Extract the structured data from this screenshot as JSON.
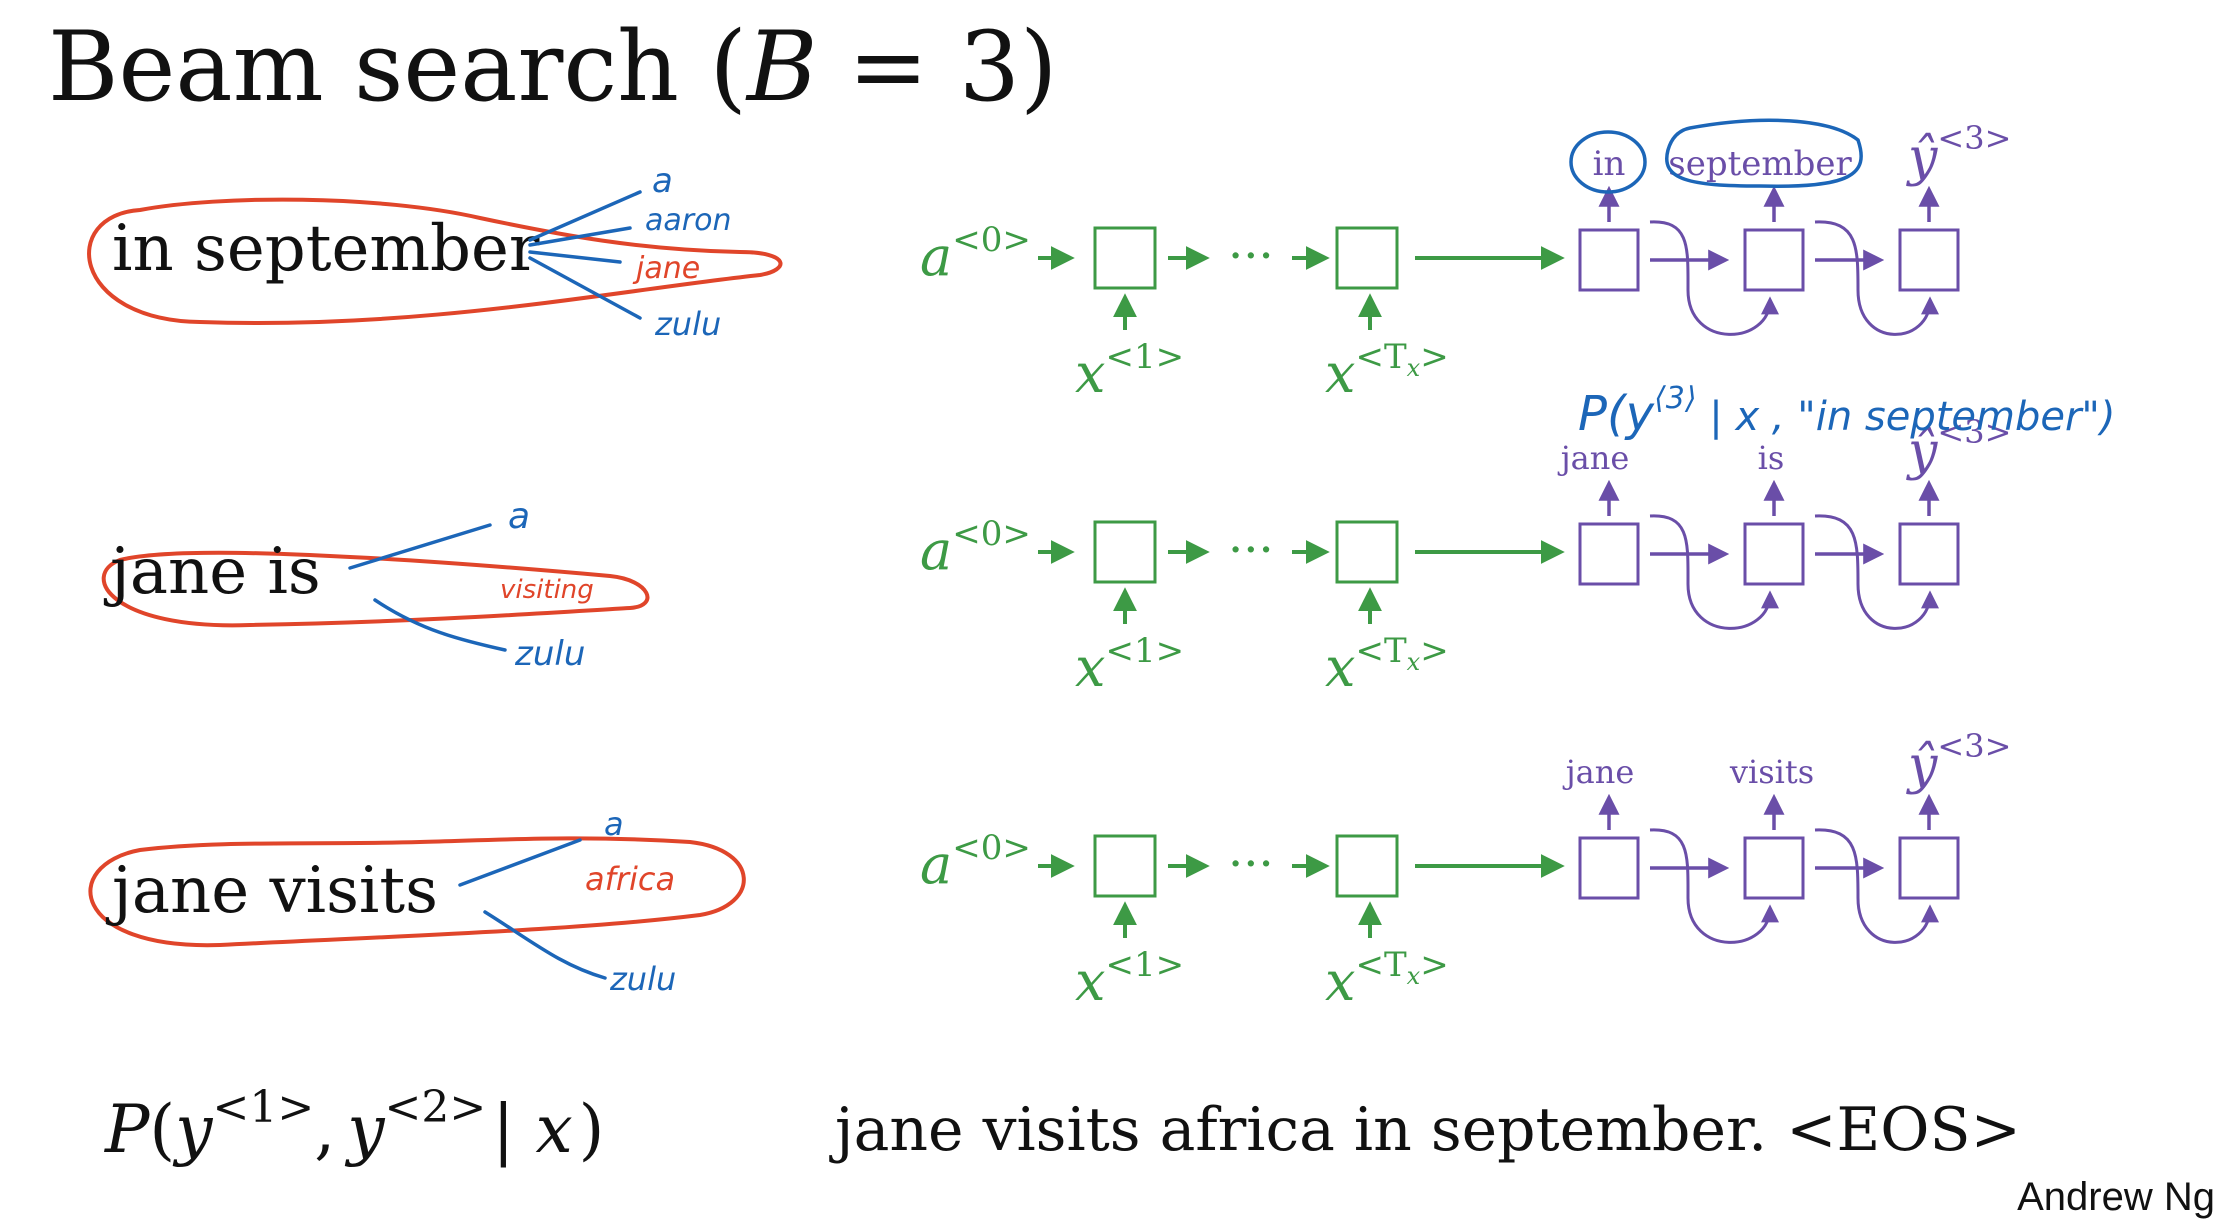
{
  "title": "Beam search (B = 3)",
  "title_parts": {
    "main": "Beam search (",
    "var": "B",
    "rest": " = 3)"
  },
  "author": "Andrew Ng",
  "formula": {
    "P": "P",
    "open": "(",
    "y1": "y",
    "sup1": "<1>",
    "comma": ",",
    "y2": "y",
    "sup2": "<2>",
    "bar": "| ",
    "x": "x",
    "close": ")"
  },
  "final_sentence": "jane visits africa in september. <EOS>",
  "left_rows": [
    {
      "phrase": "in september",
      "branches": [
        "a",
        "aaron",
        "jane",
        "zulu"
      ],
      "highlight": "jane"
    },
    {
      "phrase": "jane is",
      "branches": [
        "a",
        "visiting",
        "zulu"
      ],
      "highlight": "visiting"
    },
    {
      "phrase": "jane visits",
      "branches": [
        "a",
        "africa",
        "zulu"
      ],
      "highlight": "africa"
    }
  ],
  "network": {
    "a0": {
      "base": "a",
      "sup": "<0>"
    },
    "dots": "···",
    "x1": {
      "base": "x",
      "sup": "<1>"
    },
    "xT": {
      "base": "x",
      "sup": "<T",
      "sub": "x",
      "supclose": ">"
    },
    "yhat": {
      "base": "ŷ",
      "sup": "<3>"
    },
    "rows": [
      {
        "outputs": [
          "in",
          "september"
        ]
      },
      {
        "outputs": [
          "jane",
          "is"
        ]
      },
      {
        "outputs": [
          "jane",
          "visits"
        ]
      }
    ]
  },
  "annotation": {
    "P": "P(",
    "y": "y",
    "sup": "⟨3⟩",
    "rest": " | x , \"in september\")"
  },
  "colors": {
    "encoder": "#3d9a45",
    "decoder": "#6a4ea8",
    "ink_blue": "#1c66b8",
    "ink_red": "#e0452a"
  }
}
